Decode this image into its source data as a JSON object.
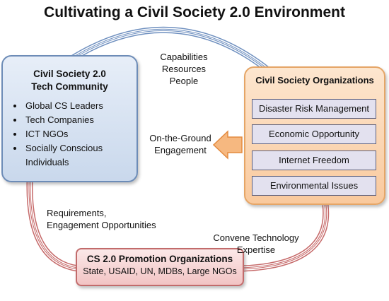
{
  "title": "Cultivating a Civil Society 2.0 Environment",
  "left_box": {
    "title_line1": "Civil Society 2.0",
    "title_line2": "Tech Community",
    "items": [
      "Global CS Leaders",
      "Tech Companies",
      "ICT NGOs",
      "Socially Conscious Individuals"
    ]
  },
  "right_box": {
    "title": "Civil Society Organizations",
    "items": [
      "Disaster Risk Management",
      "Economic Opportunity",
      "Internet Freedom",
      "Environmental Issues"
    ]
  },
  "bottom_box": {
    "title": "CS 2.0 Promotion Organizations",
    "subtitle": "State, USAID, UN, MDBs, Large NGOs"
  },
  "labels": {
    "top_arc": [
      "Capabilities",
      "Resources",
      "People"
    ],
    "arrow": [
      "On-the-Ground",
      "Engagement"
    ],
    "left_arc": [
      "Requirements,",
      "Engagement Opportunities"
    ],
    "right_arc": [
      "Convene Technology",
      "Expertise"
    ]
  },
  "colors": {
    "blue_arc": "#6e8fbf",
    "red_arc": "#c66a6a",
    "arrow_fill": "#f6b880",
    "arrow_stroke": "#e38a3f"
  }
}
